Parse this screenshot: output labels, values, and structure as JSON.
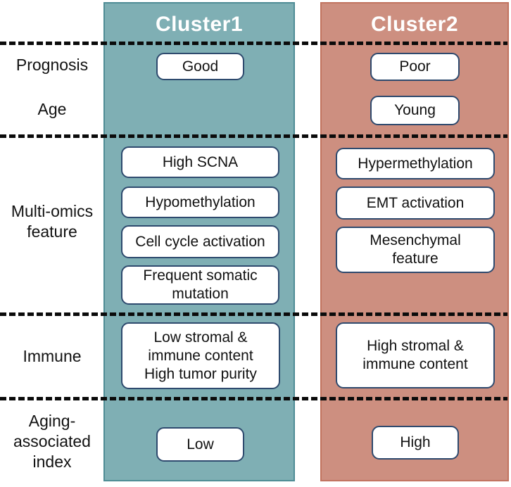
{
  "figure": {
    "background_color": "#ffffff",
    "dash_line_color": "#0b0b0b",
    "box_border_color": "#2e4a6e",
    "box_fill_color": "#ffffff"
  },
  "columns": {
    "cluster1": {
      "title": "Cluster1",
      "fill_color": "#7fafb4",
      "border_color": "#4e8c95",
      "title_color": "#ffffff"
    },
    "cluster2": {
      "title": "Cluster2",
      "fill_color": "#cd8f80",
      "border_color": "#c1735f",
      "title_color": "#ffffff"
    }
  },
  "row_labels": {
    "prognosis": "Prognosis",
    "age": "Age",
    "multi_omics": "Multi-omics\nfeature",
    "immune": "Immune",
    "aging": "Aging-\nassociated\nindex"
  },
  "boxes": {
    "cluster1": {
      "prognosis": "Good",
      "omics1": "High SCNA",
      "omics2": "Hypomethylation",
      "omics3": "Cell cycle activation",
      "omics4": "Frequent somatic\nmutation",
      "immune": "Low stromal &\nimmune content\nHigh tumor purity",
      "aging": "Low"
    },
    "cluster2": {
      "prognosis": "Poor",
      "age": "Young",
      "omics1": "Hypermethylation",
      "omics2": "EMT activation",
      "omics3": "Mesenchymal\nfeature",
      "immune": "High stromal &\nimmune content",
      "aging": "High"
    }
  }
}
